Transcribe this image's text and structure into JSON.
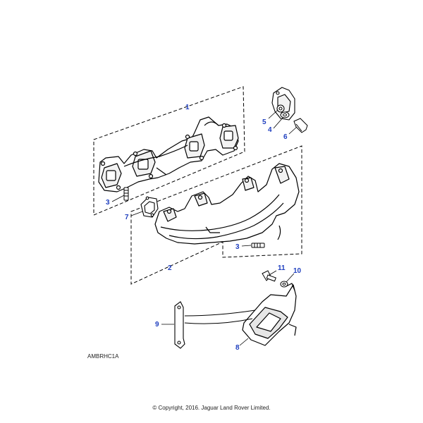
{
  "diagram": {
    "drawing_code": "AMBRHC1A",
    "copyright": "© Copyright, 2016. Jaguar Land Rover Limited.",
    "callouts": {
      "c1": "1",
      "c2": "2",
      "c3a": "3",
      "c3b": "3",
      "c4": "4",
      "c5": "5",
      "c6": "6",
      "c7": "7",
      "c8": "8",
      "c9": "9",
      "c10": "10",
      "c11": "11"
    },
    "colors": {
      "callout": "#1f3fbf",
      "line": "#000000",
      "shade": "#e6e6e6"
    }
  }
}
